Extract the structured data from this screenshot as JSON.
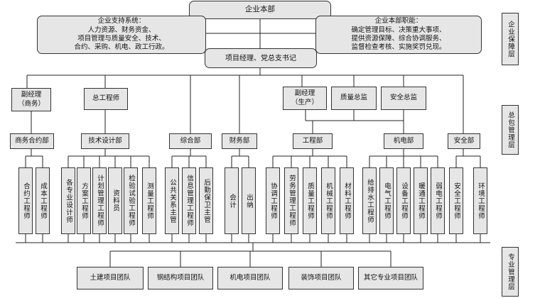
{
  "top": {
    "hq": "企业本部",
    "support": "企业支持系统：\n人力资源、财务资金、\n项目管理与质量安全、技术、\n合约、采购、机电、政工行政。",
    "duties": "企业本部职能：\n确定管理目标、决策重大事项、\n提供资源保障、综合协调服务、\n监督检查考核、实施奖罚兑现。",
    "pm": "项目经理、党总支书记"
  },
  "layers": {
    "enterprise": "企业保障层",
    "contract": "总包管理层",
    "specialty": "专业管理层"
  },
  "leaders": {
    "deputy_business": "副经理\n（商务）",
    "chief_engineer": "总工程师",
    "deputy_production": "副经理\n（生产）",
    "quality_director": "质量总监",
    "safety_director": "安全总监"
  },
  "departments": {
    "business": "商务合约部",
    "technical": "技术设计部",
    "general": "综合部",
    "finance": "财务部",
    "engineering": "工程部",
    "mep": "机电部",
    "safety": "安全部"
  },
  "staff": {
    "business": [
      "合约工程师",
      "成本工程师"
    ],
    "technical": [
      "各专业设计师",
      "方案工程师",
      "计划管理工程师",
      "资料员",
      "检验试验工程师",
      "测量工程师"
    ],
    "general": [
      "公共关系主管",
      "信息管理工程师",
      "后勤保卫主管"
    ],
    "finance": [
      "会计",
      "出纳"
    ],
    "engineering": [
      "协调工程师",
      "劳务管理工程师",
      "质量工程师",
      "机械工程师",
      "材料工程师"
    ],
    "mep": [
      "给排水工程师",
      "电气工程师",
      "设备工程师",
      "暖通工程师",
      "弱电工程师"
    ],
    "safety": [
      "安全工程师",
      "环境工程师"
    ]
  },
  "teams": [
    "土建项目团队",
    "钢结构项目团队",
    "机电项目团队",
    "装饰项目团队",
    "其它专业项目团队"
  ]
}
